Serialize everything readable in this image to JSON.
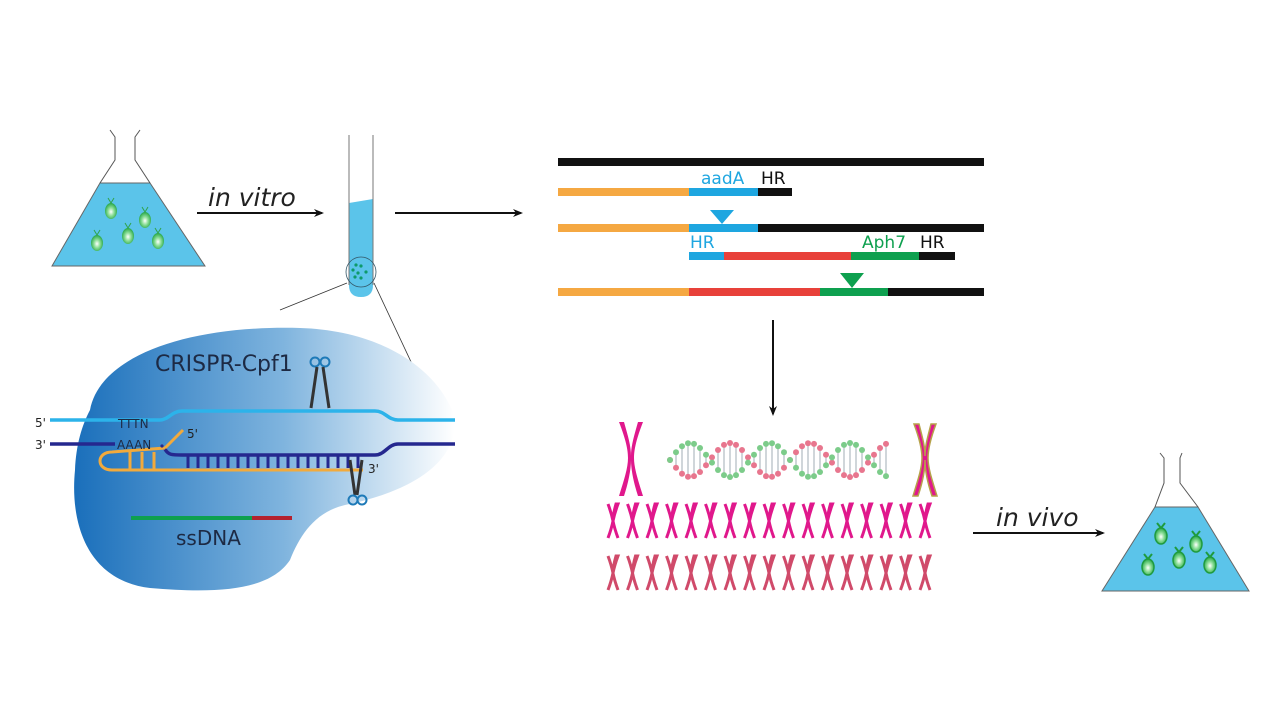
{
  "labels": {
    "in_vitro": "in vitro",
    "in_vivo": "in vivo",
    "crispr": "CRISPR-Cpf1",
    "ssdna": "ssDNA",
    "five_prime_top": "5'",
    "three_prime_bottom": "3'",
    "tttn": "TTTN",
    "aaan": "AAAN",
    "crrna_5prime": "5'",
    "crrna_3prime": "3'"
  },
  "constructs": {
    "aadA": "aadA",
    "hr_1": "HR",
    "hr_2": "HR",
    "aph7": "Aph7",
    "hr_3": "HR"
  },
  "colors": {
    "flask_liquid": "#5bc4ea",
    "cell_green": "#2fb04a",
    "orange": "#f5a842",
    "blue": "#1ea6e0",
    "black": "#111111",
    "red": "#e8413a",
    "green": "#0ea04f",
    "blob_dark": "#1a74bf",
    "dna_light": "#2cb3ea",
    "dna_dark": "#25288f",
    "crrna": "#f2aa3c",
    "chrom_magenta": "#e0188c",
    "chrom_rose": "#d04a6a"
  },
  "chromosome_rows": {
    "row1_count": 17,
    "row2_count": 17
  }
}
